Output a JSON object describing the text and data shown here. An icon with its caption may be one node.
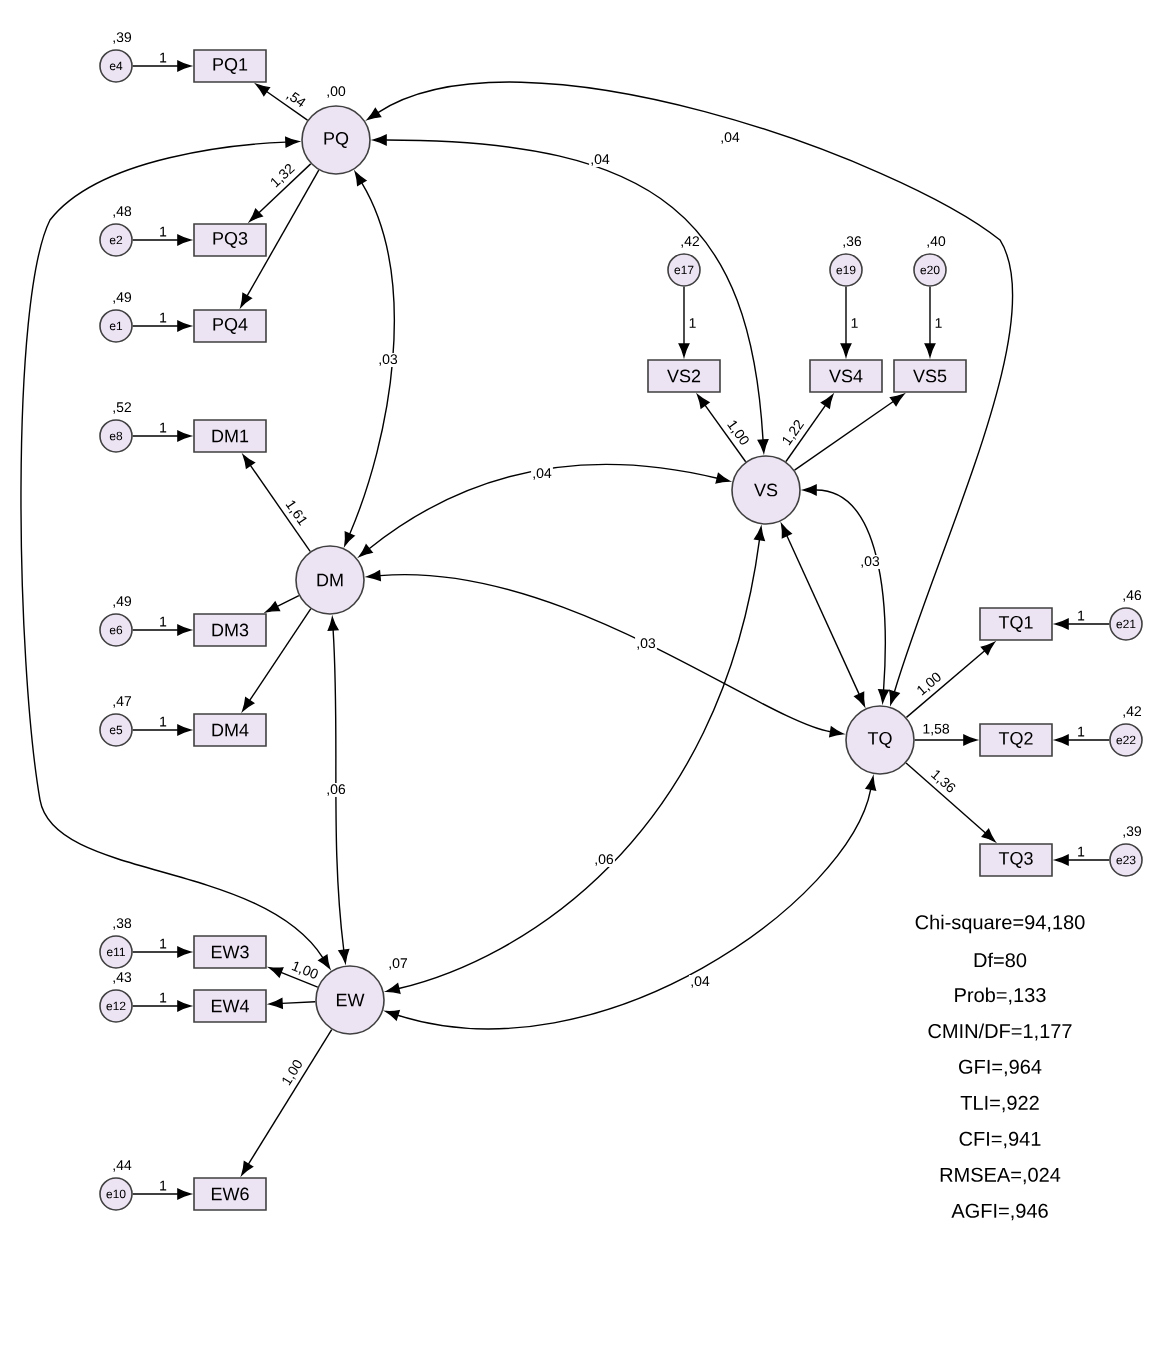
{
  "diagram": {
    "nodes": [
      {
        "text": [
          "PQ"
        ],
        "beside": [
          ",00"
        ]
      },
      {
        "text": [
          "VS"
        ]
      },
      {
        "text": [
          "DM"
        ]
      },
      {
        "text": [
          "TQ"
        ]
      },
      {
        "text": [
          "EW"
        ],
        "beside": [
          ",07"
        ]
      },
      {
        "text": [
          "PQ1"
        ]
      },
      {
        "text": [
          "PQ3"
        ]
      },
      {
        "text": [
          "PQ4"
        ]
      },
      {
        "text": [
          "DM1"
        ]
      },
      {
        "text": [
          "DM3"
        ]
      },
      {
        "text": [
          "DM4"
        ]
      },
      {
        "text": [
          "VS2"
        ]
      },
      {
        "text": [
          "VS4"
        ]
      },
      {
        "text": [
          "VS5"
        ]
      },
      {
        "text": [
          "TQ1"
        ]
      },
      {
        "text": [
          "TQ2"
        ]
      },
      {
        "text": [
          "TQ3"
        ]
      },
      {
        "text": [
          "EW3"
        ]
      },
      {
        "text": [
          "EW4"
        ]
      },
      {
        "text": [
          "EW6"
        ]
      },
      {
        "text": [
          "e4"
        ],
        "beside": [
          ",39"
        ]
      },
      {
        "text": [
          "e2"
        ],
        "beside": [
          ",48"
        ]
      },
      {
        "text": [
          "e1"
        ],
        "beside": [
          ",49"
        ]
      },
      {
        "text": [
          "e8"
        ],
        "beside": [
          ",52"
        ]
      },
      {
        "text": [
          "e6"
        ],
        "beside": [
          ",49"
        ]
      },
      {
        "text": [
          "e5"
        ],
        "beside": [
          ",47"
        ]
      },
      {
        "text": [
          "e17"
        ],
        "beside": [
          ",42"
        ]
      },
      {
        "text": [
          "e19"
        ],
        "beside": [
          ",36"
        ]
      },
      {
        "text": [
          "e20"
        ],
        "beside": [
          ",40"
        ]
      },
      {
        "text": [
          "e21"
        ],
        "beside": [
          ",46"
        ]
      },
      {
        "text": [
          "e22"
        ],
        "beside": [
          ",42"
        ]
      },
      {
        "text": [
          "e23"
        ],
        "beside": [
          ",39"
        ]
      },
      {
        "text": [
          "e11"
        ],
        "beside": [
          ",38"
        ]
      },
      {
        "text": [
          "e12"
        ],
        "beside": [
          ",43"
        ]
      },
      {
        "text": [
          "e10"
        ],
        "beside": [
          ",44"
        ]
      }
    ],
    "edges": [
      {
        "from": 20,
        "to": 5,
        "arrow": "to",
        "label": "1"
      },
      {
        "from": 21,
        "to": 6,
        "arrow": "to",
        "label": "1"
      },
      {
        "from": 22,
        "to": 7,
        "arrow": "to",
        "label": "1"
      },
      {
        "from": 23,
        "to": 8,
        "arrow": "to",
        "label": "1"
      },
      {
        "from": 24,
        "to": 9,
        "arrow": "to",
        "label": "1"
      },
      {
        "from": 25,
        "to": 10,
        "arrow": "to",
        "label": "1"
      },
      {
        "from": 26,
        "to": 11,
        "arrow": "to",
        "label": "1"
      },
      {
        "from": 27,
        "to": 12,
        "arrow": "to",
        "label": "1"
      },
      {
        "from": 28,
        "to": 13,
        "arrow": "to",
        "label": "1"
      },
      {
        "from": 29,
        "to": 14,
        "arrow": "to",
        "label": "1"
      },
      {
        "from": 30,
        "to": 15,
        "arrow": "to",
        "label": "1"
      },
      {
        "from": 31,
        "to": 16,
        "arrow": "to",
        "label": "1"
      },
      {
        "from": 32,
        "to": 17,
        "arrow": "to",
        "label": "1"
      },
      {
        "from": 33,
        "to": 18,
        "arrow": "to",
        "label": "1"
      },
      {
        "from": 34,
        "to": 19,
        "arrow": "to",
        "label": "1"
      },
      {
        "from": 0,
        "to": 5,
        "arrow": "to",
        "label": ",54"
      },
      {
        "from": 0,
        "to": 6,
        "arrow": "to",
        "label": "1,32"
      },
      {
        "from": 0,
        "to": 7,
        "arrow": "to"
      },
      {
        "from": 2,
        "to": 8,
        "arrow": "to",
        "label": "1,61"
      },
      {
        "from": 2,
        "to": 9,
        "arrow": "to"
      },
      {
        "from": 2,
        "to": 10,
        "arrow": "to"
      },
      {
        "from": 1,
        "to": 11,
        "arrow": "to",
        "label": "1,00"
      },
      {
        "from": 1,
        "to": 12,
        "arrow": "to",
        "label": "1,22"
      },
      {
        "from": 1,
        "to": 13,
        "arrow": "to"
      },
      {
        "from": 3,
        "to": 14,
        "arrow": "to",
        "label": "1,00"
      },
      {
        "from": 3,
        "to": 15,
        "arrow": "to",
        "label": "1,58"
      },
      {
        "from": 3,
        "to": 16,
        "arrow": "to",
        "label": "1,36"
      },
      {
        "from": 4,
        "to": 17,
        "arrow": "to",
        "label": "1,00"
      },
      {
        "from": 4,
        "to": 18,
        "arrow": "to"
      },
      {
        "from": 4,
        "to": 19,
        "arrow": "to",
        "label": "1,00"
      },
      {
        "from": 0,
        "to": 1,
        "arrow": "both",
        "label": ",04"
      },
      {
        "from": 0,
        "to": 3,
        "arrow": "both",
        "label": ",04"
      },
      {
        "from": 0,
        "to": 2,
        "arrow": "both",
        "label": ",03"
      },
      {
        "from": 0,
        "to": 4,
        "arrow": "both"
      },
      {
        "from": 2,
        "to": 1,
        "arrow": "both",
        "label": ",04"
      },
      {
        "from": 2,
        "to": 3,
        "arrow": "both",
        "label": ",03"
      },
      {
        "from": 2,
        "to": 4,
        "arrow": "both",
        "label": ",06"
      },
      {
        "from": 1,
        "to": 3,
        "arrow": "both",
        "label": ",03"
      },
      {
        "from": 1,
        "to": 3,
        "arrow": "both"
      },
      {
        "from": 1,
        "to": 4,
        "arrow": "both",
        "label": ",06"
      },
      {
        "from": 3,
        "to": 4,
        "arrow": "both",
        "label": ",04"
      }
    ],
    "labels": [
      "Chi-square=94,180",
      "Df=80",
      "Prob=,133",
      "CMIN/DF=1,177",
      "GFI=,964",
      "TLI=,922",
      "CFI=,941",
      "RMSEA=,024",
      "AGFI=,946"
    ]
  }
}
